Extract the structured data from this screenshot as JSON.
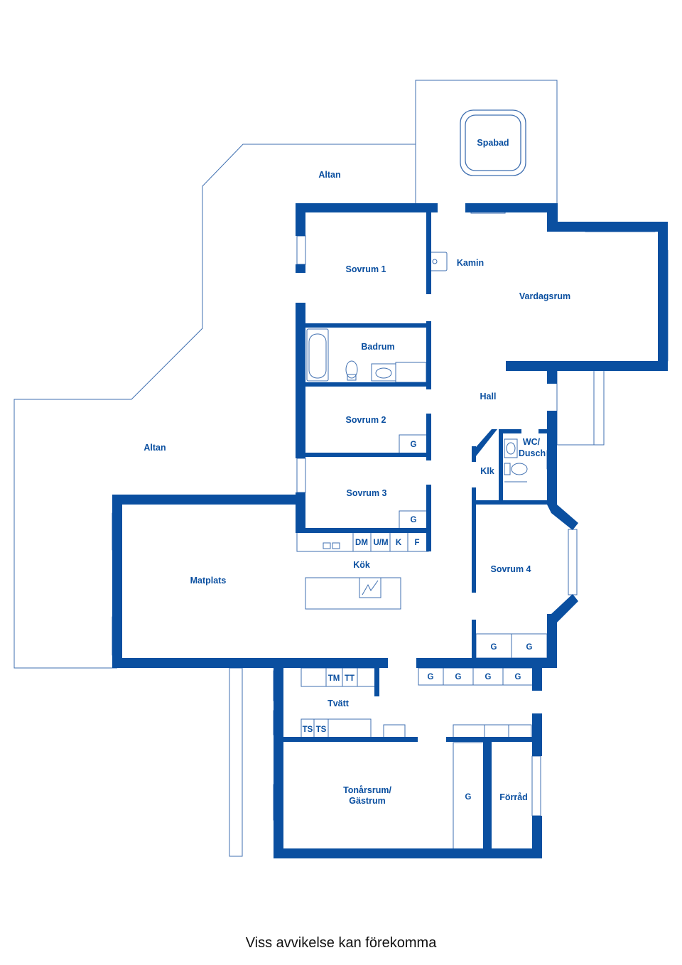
{
  "colors": {
    "wall": "#0a4fa0",
    "thin": "#3f6fb0",
    "text": "#0a4fa0",
    "caption": "#111111"
  },
  "rooms": {
    "spabad": "Spabad",
    "altan_top": "Altan",
    "altan_left": "Altan",
    "sovrum1": "Sovrum 1",
    "kamin": "Kamin",
    "vardagsrum": "Vardagsrum",
    "badrum": "Badrum",
    "hall": "Hall",
    "sovrum2": "Sovrum 2",
    "wc_line1": "WC/",
    "wc_line2": "Dusch",
    "klk": "Klk",
    "sovrum3": "Sovrum 3",
    "kok": "Kök",
    "matplats": "Matplats",
    "sovrum4": "Sovrum 4",
    "tvatt": "Tvätt",
    "tonarsrum_line1": "Tonårsrum/",
    "tonarsrum_line2": "Gästrum",
    "forrad": "Förråd"
  },
  "fixtures": {
    "g": "G",
    "dm": "DM",
    "um": "U/M",
    "k": "K",
    "f": "F",
    "tm": "TM",
    "tt": "TT",
    "ts": "TS"
  },
  "caption": "Viss avvikelse kan förekomma"
}
